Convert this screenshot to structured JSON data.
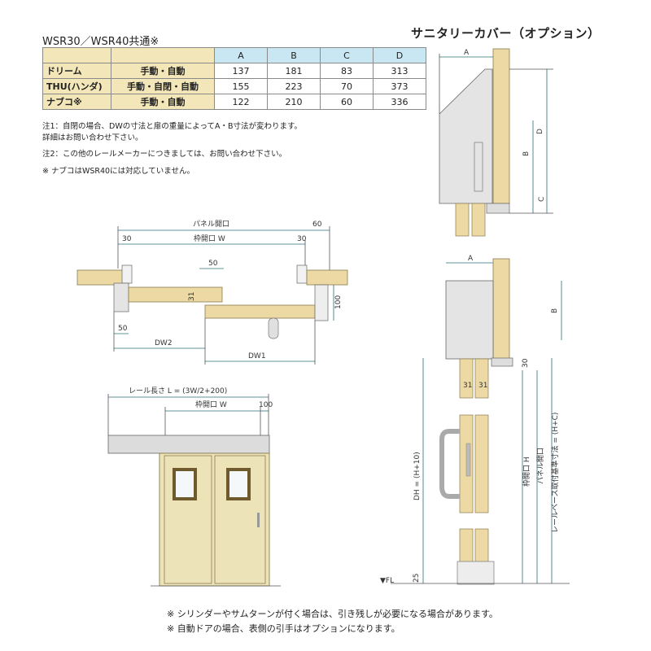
{
  "table": {
    "title": "WSR30／WSR40共通※",
    "headers": [
      "",
      "",
      "A",
      "B",
      "C",
      "D"
    ],
    "rows": [
      {
        "maker": "ドリーム",
        "operation": "手動・自動",
        "a": "137",
        "b": "181",
        "c": "83",
        "d": "313"
      },
      {
        "maker": "THU(ハンダ)",
        "operation": "手動・自閉・自動",
        "a": "155",
        "b": "223",
        "c": "70",
        "d": "373"
      },
      {
        "maker": "ナブコ※",
        "operation": "手動・自動",
        "a": "122",
        "b": "210",
        "c": "60",
        "d": "336"
      }
    ]
  },
  "notes": {
    "note1_line1": "注1：自閉の場合、DWの寸法と扉の重量によってA・B寸法が変わります。",
    "note1_line2": "詳細はお問い合わせ下さい。",
    "note2": "注2：この他のレールメーカーにつきましては、お問い合わせ下さい。",
    "note3": "※ ナブコはWSR40には対応していません。"
  },
  "sanitary": {
    "title": "サニタリーカバー（オプション）",
    "dim_a_top": "A",
    "dim_d": "D",
    "dim_b_top": "B",
    "dim_c": "C",
    "dim_a_mid": "A",
    "dim_b_mid": "B"
  },
  "plan": {
    "panel_opening": "パネル開口",
    "dim_60": "60",
    "dim_30_left": "30",
    "dim_30_right": "30",
    "frame_opening": "枠開口 W",
    "dim_50_top": "50",
    "dim_31": "31",
    "dim_100": "100",
    "dim_50_left": "50",
    "dw2": "DW2",
    "dw1": "DW1"
  },
  "elevation": {
    "rail_length": "レール長さ L = (3W/2+200)",
    "frame_opening": "枠開口 W",
    "dim_100": "100"
  },
  "section": {
    "dim_30": "30",
    "dim_31_left": "31",
    "dim_31_right": "31",
    "dh": "DH = (H+10)",
    "frame_h": "枠開口 H",
    "panel_opening": "パネル開口",
    "rail_base": "レールベース取付基準寸法 = (H+C)",
    "fl": "▼FL",
    "dim_25": "25"
  },
  "footnotes": {
    "line1": "※ シリンダーやサムターンが付く場合は、引き残しが必要になる場合があります。",
    "line2": "※ 自動ドアの場合、表側の引手はオプションになります。"
  },
  "colors": {
    "wood": "#ecd9a3",
    "table_header": "#c8e7f3",
    "table_label": "#f3e6b8",
    "door": "#ede3b9",
    "cover": "#e4e4e4",
    "dimension": "#2a6f7a"
  }
}
